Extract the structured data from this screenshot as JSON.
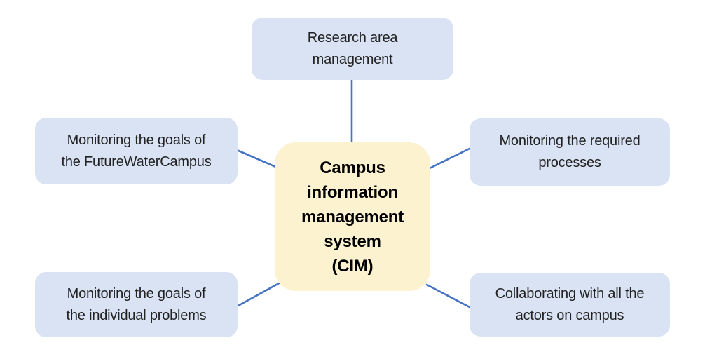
{
  "diagram": {
    "title": "Campus information management system (CIM) mind map",
    "colors": {
      "node_fill": "#DAE3F3",
      "center_fill": "#FDF2D0",
      "connector": "#4472C4",
      "node_text": "#222222",
      "center_text": "#000000"
    },
    "center": {
      "label": "Campus information management system (CIM)",
      "lines": [
        "Campus",
        "information",
        "management",
        "system",
        "(CIM)"
      ]
    },
    "nodes": {
      "top": {
        "label": "Research area management",
        "lines": [
          "Research area",
          "management"
        ]
      },
      "left_upper": {
        "label": "Monitoring the goals of the FutureWaterCampus",
        "lines": [
          "Monitoring the goals of",
          "the FutureWaterCampus"
        ]
      },
      "right_upper": {
        "label": "Monitoring the required processes",
        "lines": [
          "Monitoring the required",
          "processes"
        ]
      },
      "left_lower": {
        "label": "Monitoring the goals of the individual problems",
        "lines": [
          "Monitoring the goals of",
          "the individual problems"
        ]
      },
      "right_lower": {
        "label": "Collaborating with all the actors on campus",
        "lines": [
          "Collaborating with all the",
          "actors on campus"
        ]
      }
    }
  }
}
